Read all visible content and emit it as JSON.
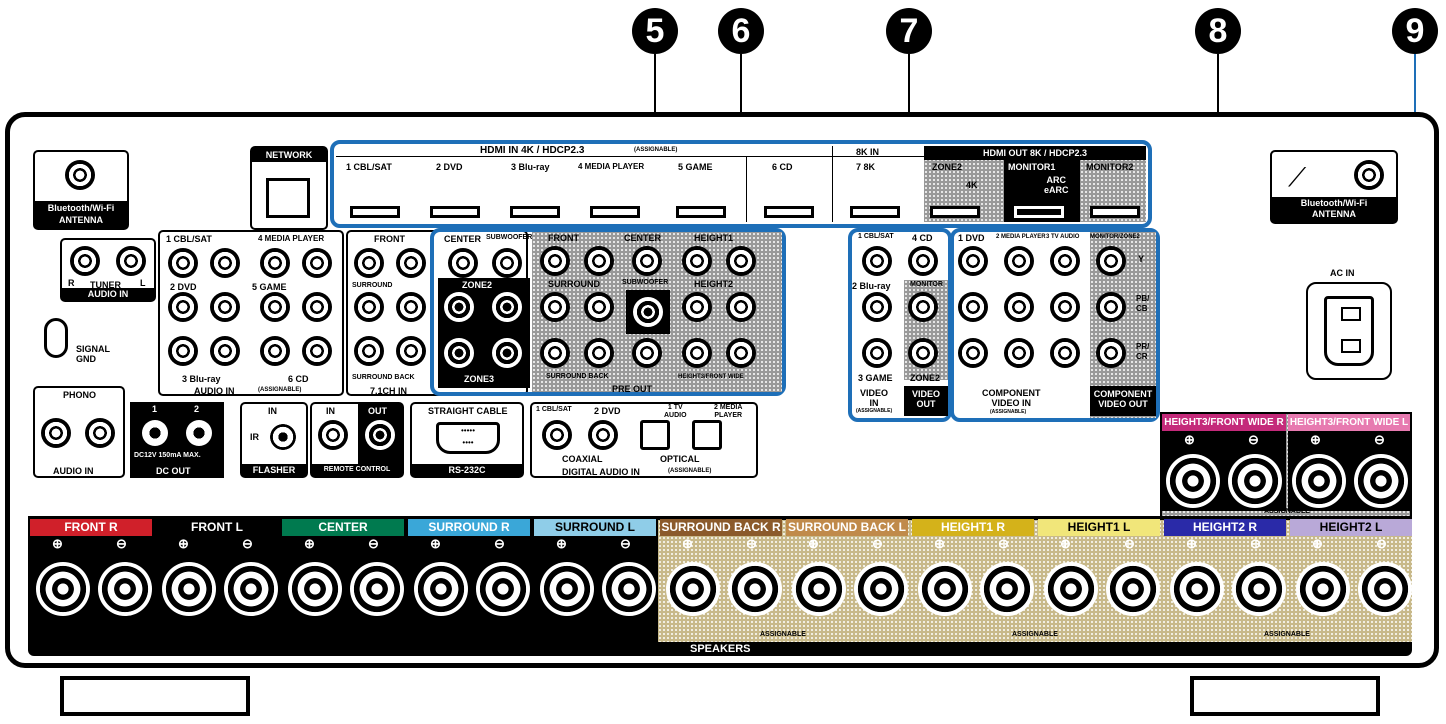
{
  "callouts": [
    "5",
    "6",
    "7",
    "8",
    "9"
  ],
  "antenna_left": {
    "label": "Bluetooth/Wi-Fi\nANTENNA"
  },
  "antenna_right": {
    "label": "Bluetooth/Wi-Fi\nANTENNA"
  },
  "network": {
    "label": "NETWORK"
  },
  "hdmi_in": {
    "title": "HDMI IN  4K / HDCP2.3",
    "assignable": "(ASSIGNABLE)",
    "inputs": [
      "1 CBL/SAT",
      "2 DVD",
      "3 Blu-ray",
      "4 MEDIA PLAYER",
      "5 GAME",
      "6 CD"
    ],
    "eightk_title": "8K  IN",
    "eightk_input": "7 8K"
  },
  "hdmi_out": {
    "title": "HDMI OUT  8K / HDCP2.3",
    "zone2": "ZONE2",
    "zone2_sub": "4K",
    "monitor1": "MONITOR1",
    "monitor1_sub": "ARC\neARC",
    "monitor2": "MONITOR2"
  },
  "tuner": {
    "label": "TUNER",
    "r": "R",
    "l": "L",
    "audio_in": "AUDIO IN"
  },
  "signal_gnd": "SIGNAL\nGND",
  "audio_in_main": {
    "cols": [
      "1 CBL/SAT",
      "4 MEDIA PLAYER"
    ],
    "row2": [
      "2 DVD",
      "5 GAME"
    ],
    "row3": [
      "3 Blu-ray",
      "6 CD"
    ],
    "footer": "AUDIO IN",
    "assignable": "(ASSIGNABLE)"
  },
  "seven_one": {
    "front": "FRONT",
    "center": "CENTER",
    "sub": "SUBWOOFER",
    "surround": "SURROUND",
    "surround_back": "SURROUND BACK",
    "footer": "7.1CH IN"
  },
  "zone2": {
    "label": "ZONE2",
    "zone3": "ZONE3"
  },
  "pre_out": {
    "front": "FRONT",
    "center": "CENTER",
    "height1": "HEIGHT1",
    "surround": "SURROUND",
    "subwoofer": "SUBWOOFER",
    "height2": "HEIGHT2",
    "surround_back": "SURROUND BACK",
    "height3": "HEIGHT3/FRONT WIDE",
    "footer": "PRE OUT"
  },
  "video_in": {
    "cbl": "1 CBL/SAT",
    "cd": "4 CD",
    "bluray": "2 Blu-ray",
    "monitor": "MONITOR",
    "game": "3 GAME",
    "footer1": "VIDEO\nIN",
    "assignable": "(ASSIGNABLE)",
    "zone2": "ZONE2",
    "footer2": "VIDEO\nOUT"
  },
  "component": {
    "dvd": "1 DVD",
    "media": "2 MEDIA PLAYER",
    "tv": "3 TV AUDIO",
    "monzone": "MONITOR/ZONE2",
    "y": "Y",
    "pb": "PB/\nCB",
    "pr": "PR/\nCR",
    "footer_in": "COMPONENT\nVIDEO IN",
    "assignable": "(ASSIGNABLE)",
    "footer_out": "COMPONENT\nVIDEO OUT"
  },
  "ac_in": "AC IN",
  "phono": {
    "label": "PHONO",
    "footer": "AUDIO IN"
  },
  "dc_out": {
    "n1": "1",
    "n2": "2",
    "spec": "DC12V 150mA MAX.",
    "footer": "DC OUT"
  },
  "flasher": {
    "in": "IN",
    "ir": "IR",
    "footer": "FLASHER"
  },
  "remote": {
    "in": "IN",
    "out": "OUT",
    "footer": "REMOTE CONTROL"
  },
  "rs232": {
    "title": "STRAIGHT CABLE",
    "footer": "RS-232C"
  },
  "digital": {
    "cbl": "1 CBL/SAT",
    "dvd": "2 DVD",
    "tv": "1 TV\nAUDIO",
    "mp": "2 MEDIA\nPLAYER",
    "coaxial": "COAXIAL",
    "optical": "OPTICAL",
    "footer": "DIGITAL AUDIO IN",
    "assignable": "(ASSIGNABLE)"
  },
  "speakers": {
    "footer": "SPEAKERS",
    "assignable": "ASSIGNABLE",
    "channels": [
      {
        "name": "FRONT",
        "side": "R",
        "color": "#d0202a"
      },
      {
        "name": "FRONT",
        "side": "L",
        "color": "#000000"
      },
      {
        "name": "CENTER",
        "side": "",
        "color": "#007a4f"
      },
      {
        "name": "SURROUND",
        "side": "R",
        "color": "#3aa7d8"
      },
      {
        "name": "SURROUND",
        "side": "L",
        "color": "#8fcde8"
      },
      {
        "name": "SURROUND BACK",
        "side": "R",
        "color": "#8b5a2b"
      },
      {
        "name": "SURROUND BACK",
        "side": "L",
        "color": "#c08a4a"
      },
      {
        "name": "HEIGHT1",
        "side": "R",
        "color": "#d4b21a"
      },
      {
        "name": "HEIGHT1",
        "side": "L",
        "color": "#f1e67a"
      },
      {
        "name": "HEIGHT2",
        "side": "R",
        "color": "#2a2aa8"
      },
      {
        "name": "HEIGHT2",
        "side": "L",
        "color": "#b9a9d8"
      }
    ],
    "height3_r": "HEIGHT3/FRONT WIDE R",
    "height3_l": "HEIGHT3/FRONT WIDE L",
    "height3_r_color": "#c42a7a",
    "height3_l_color": "#e77ab0"
  },
  "accent": "#1e6fb8"
}
